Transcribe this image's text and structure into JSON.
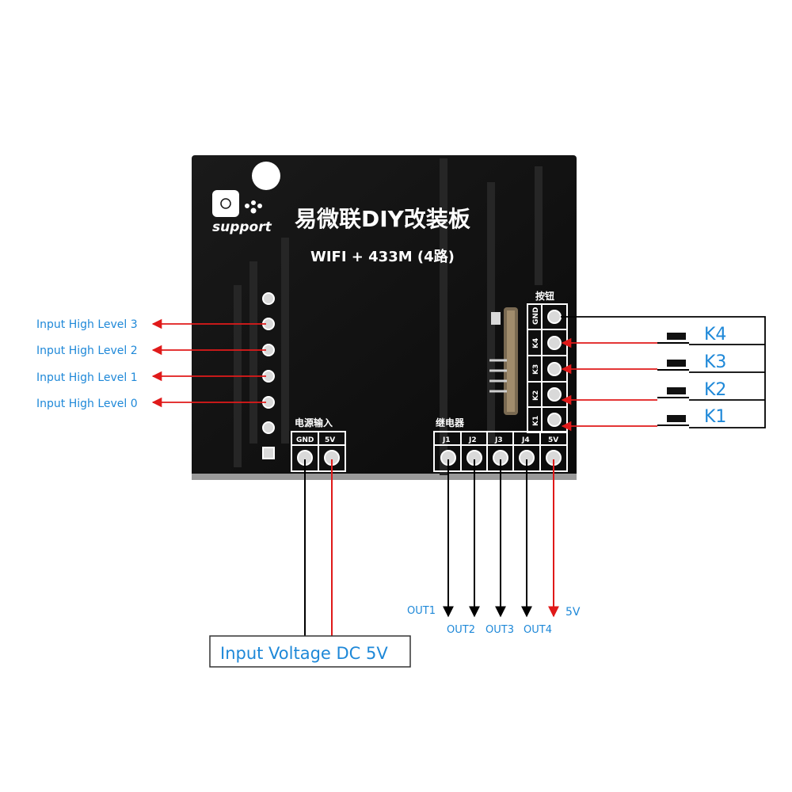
{
  "board": {
    "title": "易微联DIY改装板",
    "subtitle": "WIFI + 433M (4路)",
    "logo_text": "support",
    "power_section": "电源输入",
    "relay_section": "继电器",
    "button_section": "按钮",
    "power_pins": [
      "GND",
      "5V"
    ],
    "relay_pins": [
      "J1",
      "J2",
      "J3",
      "J4",
      "5V"
    ],
    "button_pins": [
      "GND",
      "K4",
      "K3",
      "K2",
      "K1"
    ]
  },
  "annotations": {
    "inputs": [
      "Input High Level 3",
      "Input High Level 2",
      "Input High Level 1",
      "Input High Level 0"
    ],
    "outputs": [
      "OUT1",
      "OUT2",
      "OUT3",
      "OUT4"
    ],
    "out_5v": "5V",
    "buttons": [
      "K4",
      "K3",
      "K2",
      "K1"
    ],
    "power_box": "Input Voltage DC 5V"
  },
  "colors": {
    "board": "#111111",
    "label_blue": "#1e88d8",
    "arrow_red": "#e01a1a",
    "wire_black": "#000000"
  }
}
